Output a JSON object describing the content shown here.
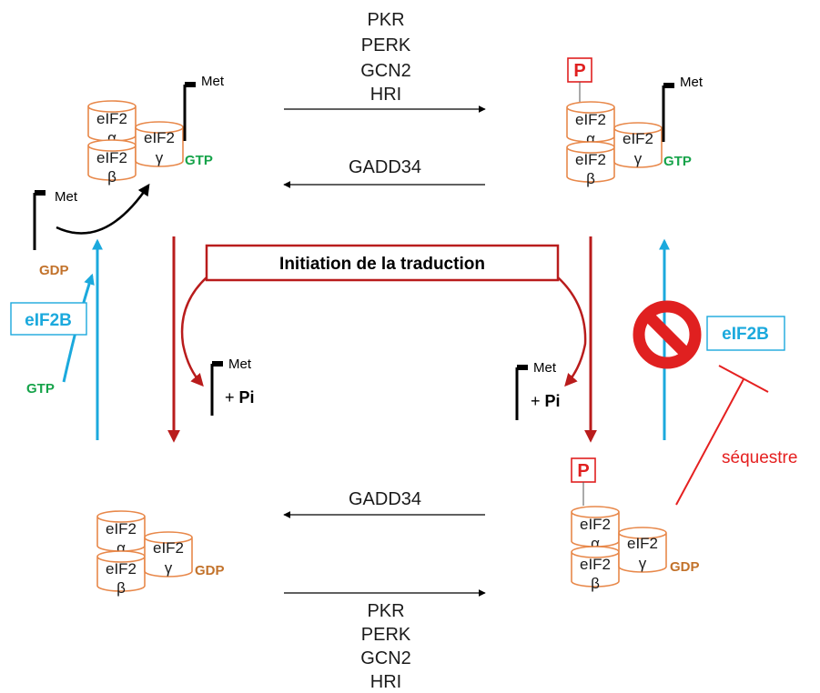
{
  "colors": {
    "subunit_stroke": "#e8884a",
    "gtp": "#16a34a",
    "gdp": "#c2722b",
    "phospho": "#e02020",
    "eif2b": "#1ba9dd",
    "flow_red": "#b91c1c",
    "inhibit": "#e52020",
    "tRNA": "#000000"
  },
  "top_right_arrow": {
    "labels": [
      "PKR",
      "PERK",
      "GCN2",
      "HRI"
    ]
  },
  "top_left_arrow": {
    "label": "GADD34"
  },
  "bottom_left_arrow": {
    "label": "GADD34"
  },
  "bottom_right_arrow": {
    "labels": [
      "PKR",
      "PERK",
      "GCN2",
      "HRI"
    ]
  },
  "complex": {
    "alpha": [
      "eIF2",
      "α"
    ],
    "beta": [
      "eIF2",
      "β"
    ],
    "gamma": [
      "eIF2",
      "γ"
    ]
  },
  "nucleotides": {
    "gtp": "GTP",
    "gdp": "GDP"
  },
  "trna_label": "Met",
  "phospho_label": "P",
  "pi_prefix": "+ ",
  "pi_label": "Pi",
  "banner": "Initiation de la traduction",
  "eif2b": {
    "label": "eIF2B"
  },
  "inhibition": {
    "label": "séquestre"
  },
  "icons": {
    "no_symbol": "prohibition-icon"
  }
}
